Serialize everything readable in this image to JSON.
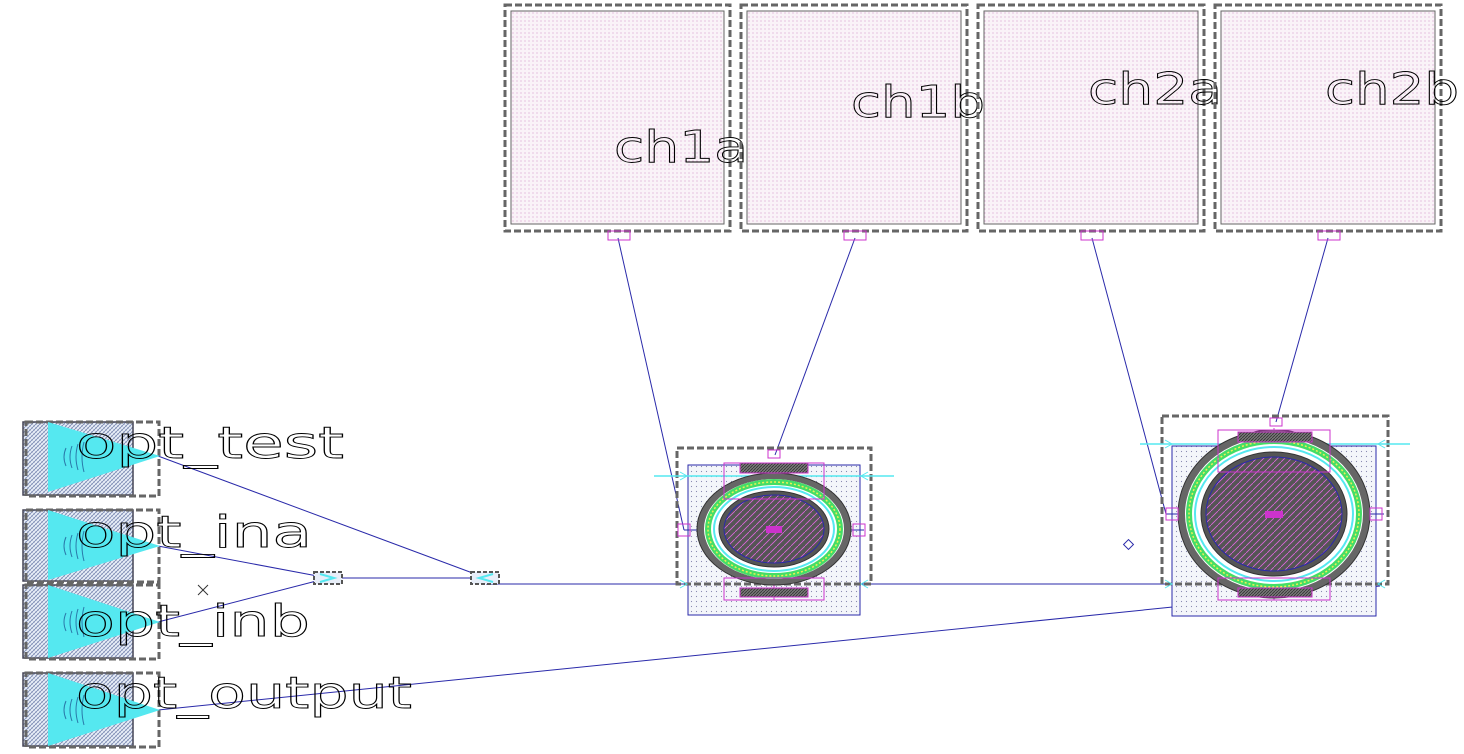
{
  "pads": [
    {
      "id": "ch1a",
      "label": "ch1a"
    },
    {
      "id": "ch1b",
      "label": "ch1b"
    },
    {
      "id": "ch2a",
      "label": "ch2a"
    },
    {
      "id": "ch2b",
      "label": "ch2b"
    }
  ],
  "grating_couplers": [
    {
      "id": "opt_test",
      "label": "opt_test"
    },
    {
      "id": "opt_ina",
      "label": "opt_ina"
    },
    {
      "id": "opt_inb",
      "label": "opt_inb"
    },
    {
      "id": "opt_output",
      "label": "opt_output"
    }
  ],
  "colors": {
    "wire": "#2a2aaa",
    "cyan": "#55e8f0",
    "outline": "#666666",
    "pad_fill": "#f4eaf2",
    "magenta": "#cc33cc",
    "green": "#44dd66",
    "yellow": "#eeee55"
  }
}
